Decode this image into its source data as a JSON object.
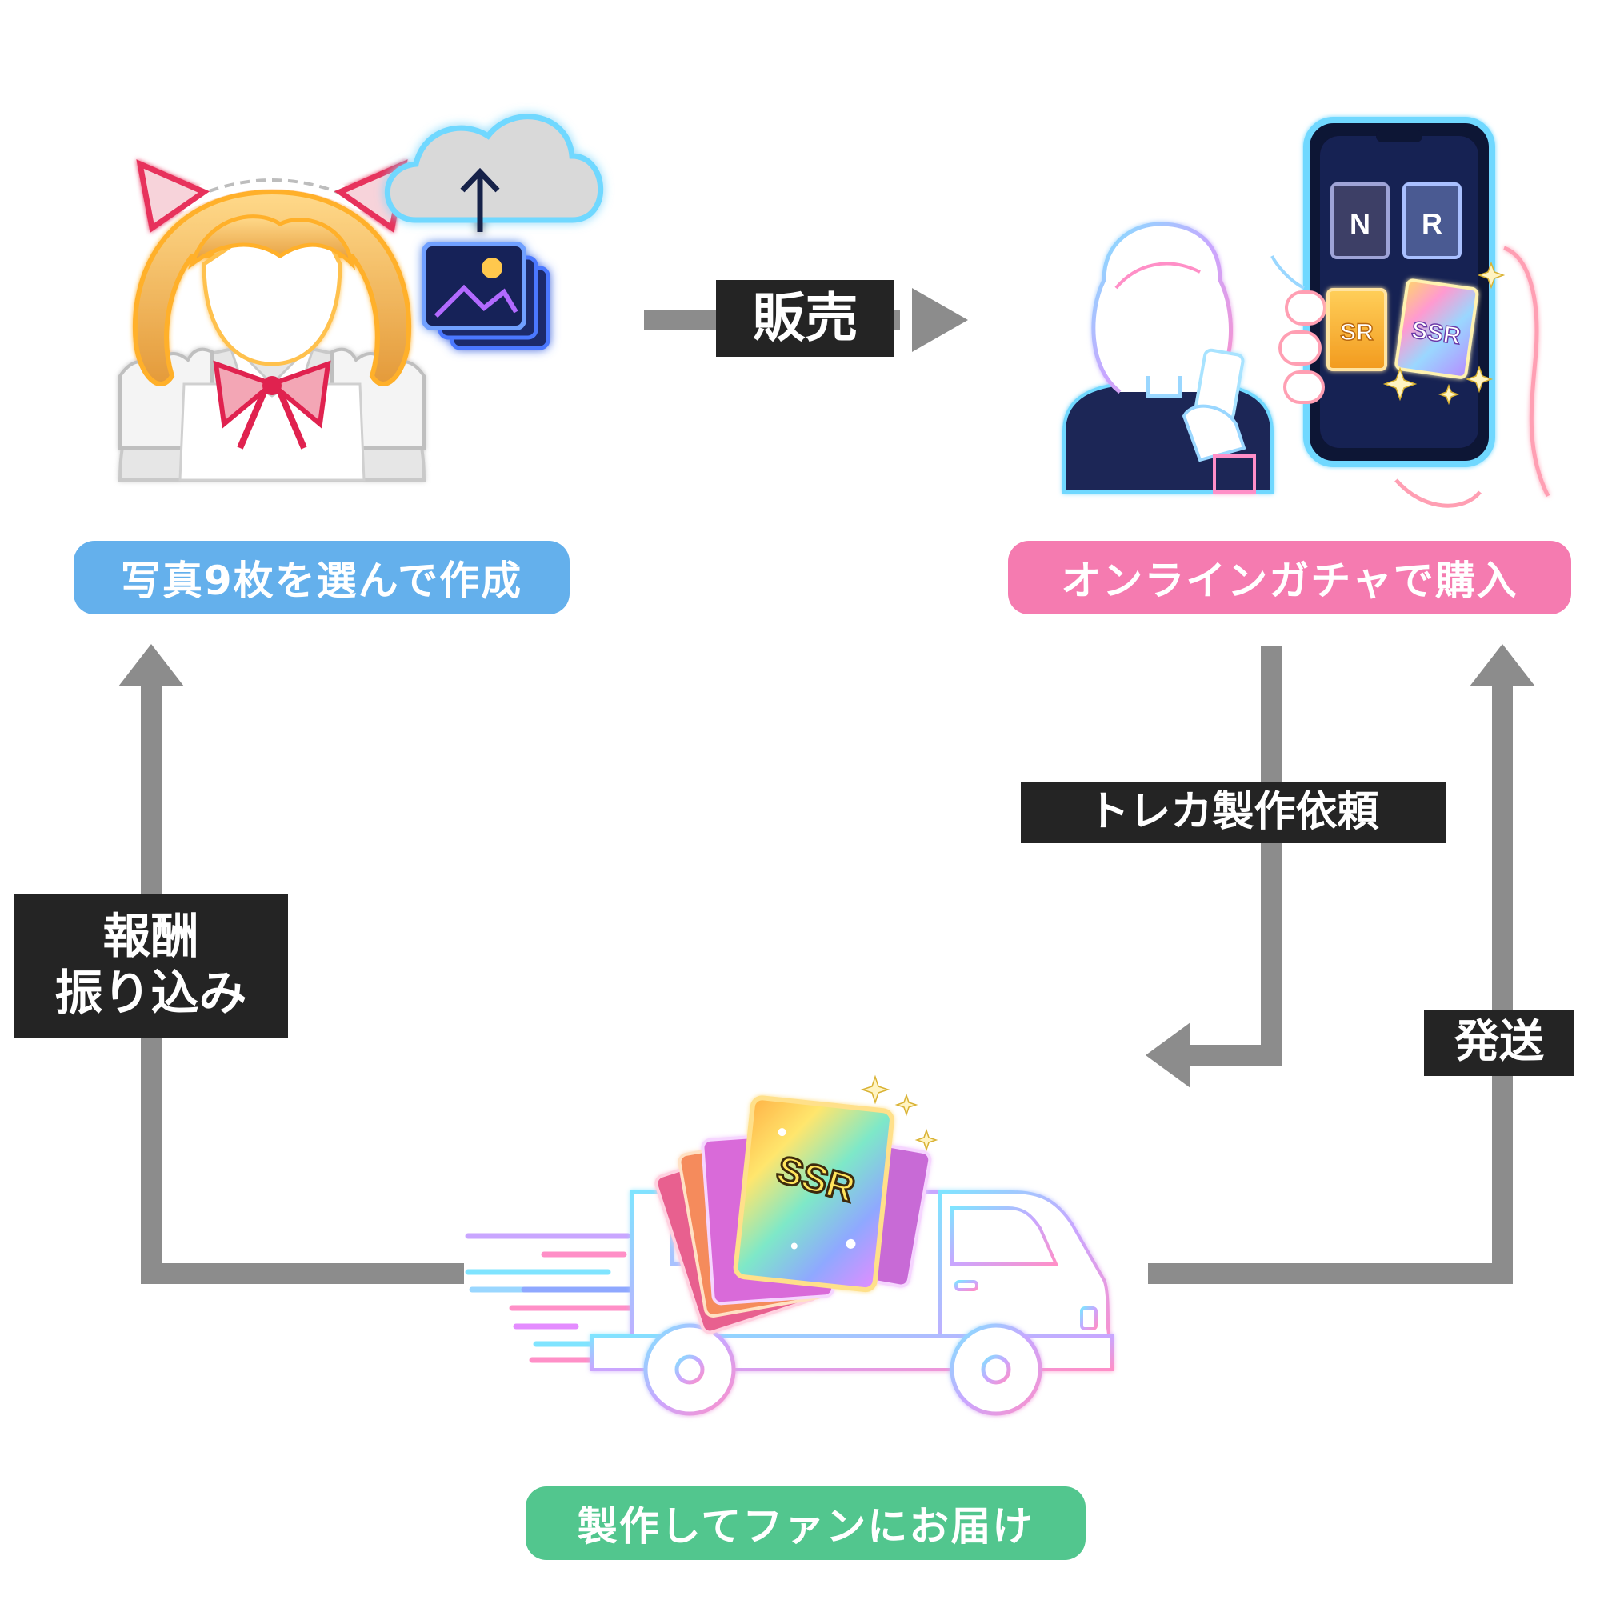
{
  "steps": {
    "create": "写真9枚を選んで作成",
    "purchase": "オンラインガチャで購入",
    "deliver": "製作してファンにお届け"
  },
  "edges": {
    "sell": "販売",
    "request": "トレカ製作依頼",
    "ship": "発送",
    "reward_line1": "報酬",
    "reward_line2": "振り込み"
  },
  "cards": {
    "n": "N",
    "r": "R",
    "sr": "SR",
    "ssr": "SSR",
    "truck_ssr": "SSR"
  },
  "icons": [
    "maid-idol-icon",
    "cloud-upload-icon",
    "photo-stack-icon",
    "fan-with-phone-icon",
    "smartphone-gacha-icon",
    "delivery-truck-icon",
    "ssr-card-stack-icon"
  ],
  "colors": {
    "create_pill": "#64b0ec",
    "purchase_pill": "#f57bb0",
    "deliver_pill": "#52c68e",
    "arrow": "#8c8c8c",
    "label_bg": "#242424"
  }
}
